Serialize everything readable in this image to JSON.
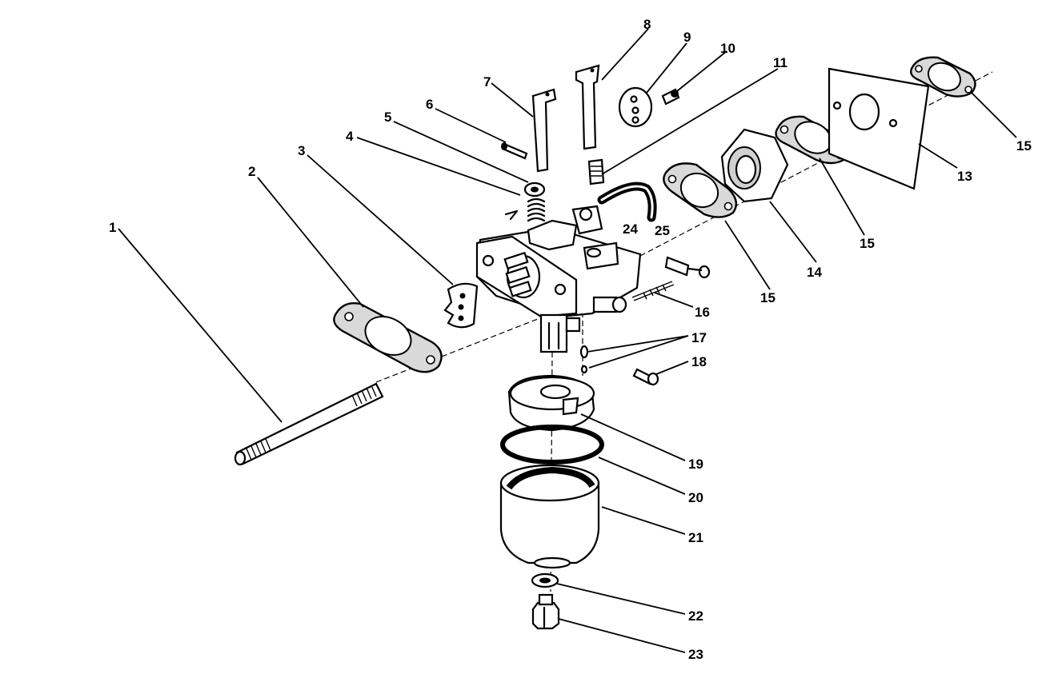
{
  "callouts": [
    {
      "id": "c1",
      "text": "1"
    },
    {
      "id": "c2",
      "text": "2"
    },
    {
      "id": "c3",
      "text": "3"
    },
    {
      "id": "c4",
      "text": "4"
    },
    {
      "id": "c5",
      "text": "5"
    },
    {
      "id": "c6",
      "text": "6"
    },
    {
      "id": "c7",
      "text": "7"
    },
    {
      "id": "c8",
      "text": "8"
    },
    {
      "id": "c9",
      "text": "9"
    },
    {
      "id": "c10",
      "text": "10"
    },
    {
      "id": "c11",
      "text": "11"
    },
    {
      "id": "c13",
      "text": "13"
    },
    {
      "id": "c14",
      "text": "14"
    },
    {
      "id": "c15a",
      "text": "15"
    },
    {
      "id": "c15b",
      "text": "15"
    },
    {
      "id": "c15c",
      "text": "15"
    },
    {
      "id": "c16",
      "text": "16"
    },
    {
      "id": "c17",
      "text": "17"
    },
    {
      "id": "c18",
      "text": "18"
    },
    {
      "id": "c19",
      "text": "19"
    },
    {
      "id": "c20",
      "text": "20"
    },
    {
      "id": "c21",
      "text": "21"
    },
    {
      "id": "c22",
      "text": "22"
    },
    {
      "id": "c23",
      "text": "23"
    },
    {
      "id": "c24",
      "text": "24"
    },
    {
      "id": "c25",
      "text": "25"
    }
  ]
}
